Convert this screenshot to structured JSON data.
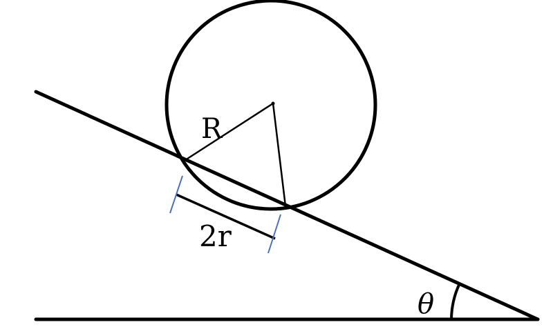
{
  "labels": {
    "radius": "R",
    "chord": "2r",
    "angle": "θ"
  },
  "colors": {
    "stroke": "#000000",
    "marker": "#4a6fc0",
    "background": "#ffffff"
  }
}
